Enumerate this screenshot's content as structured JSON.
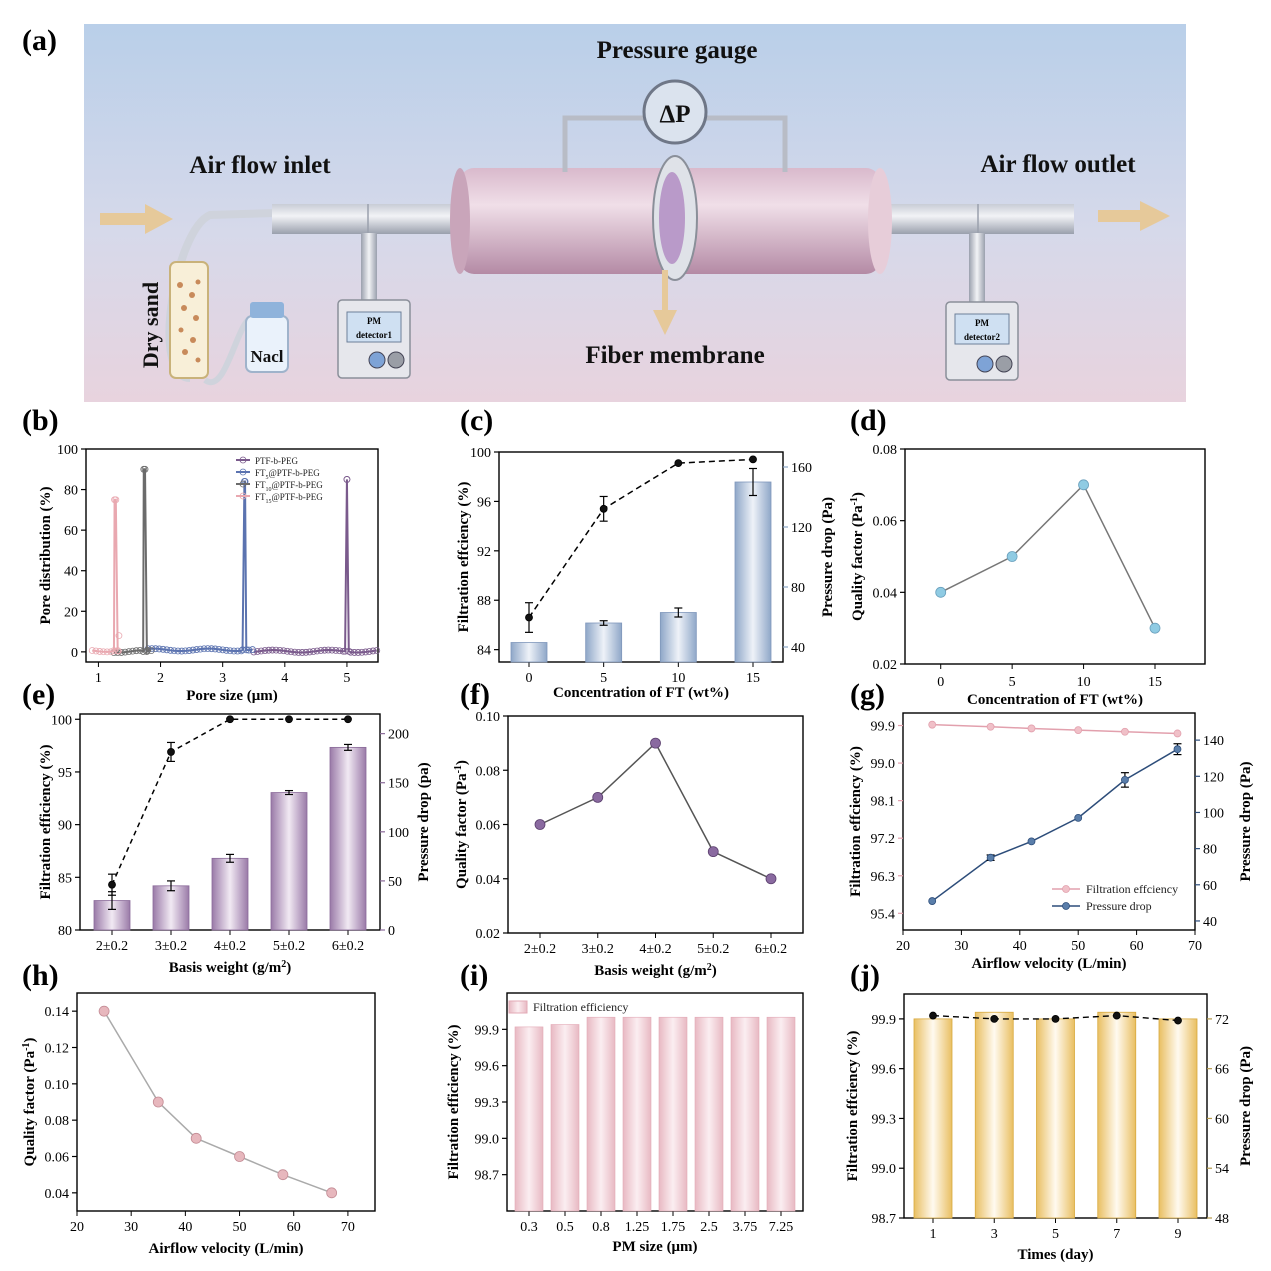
{
  "panel_letters": [
    "(a)",
    "(b)",
    "(c)",
    "(d)",
    "(e)",
    "(f)",
    "(g)",
    "(h)",
    "(i)",
    "(j)"
  ],
  "schematic": {
    "pressure_gauge": "Pressure gauge",
    "delta_p": "ΔP",
    "inlet": "Air flow inlet",
    "outlet": "Air flow outlet",
    "membrane": "Fiber membrane",
    "dry_sand": "Dry sand",
    "nacl": "Nacl",
    "pm1_line1": "PM",
    "pm1_line2": "detector1",
    "pm2_line1": "PM",
    "pm2_line2": "detector2"
  },
  "colors": {
    "purple": "#7a5a8c",
    "blue": "#5b73b0",
    "grey": "#6b6b6b",
    "pink": "#e9a8b0",
    "c_axis_right": "#8aa6c6",
    "e_axis_right": "#8a6a99",
    "g_left": "#e2a0ad",
    "g_right": "#2d4d7a",
    "j_axis_right": "#b59a4a",
    "d_marker": "#8fcbe3",
    "f_marker": "#8a6aa0",
    "h_marker": "#e7b7bd"
  },
  "chart_data": [
    {
      "panel": "b",
      "type": "line",
      "xlabel": "Pore size (μm)",
      "ylabel": "Pore distribution (%)",
      "xlim": [
        0.8,
        5.5
      ],
      "ylim": [
        -5,
        100
      ],
      "xticks": [
        "1",
        "2",
        "3",
        "4",
        "5"
      ],
      "yticks": [
        "0",
        "20",
        "40",
        "60",
        "80",
        "100"
      ],
      "legend_position": "top-right",
      "legend": [
        {
          "main": "PTF-b-PEG",
          "pre": "",
          "sub": "",
          "post": ""
        },
        {
          "main": "",
          "pre": "FT",
          "sub": "5",
          "post": "@PTF-b-PEG"
        },
        {
          "main": "",
          "pre": "FT",
          "sub": "10",
          "post": "@PTF-b-PEG"
        },
        {
          "main": "",
          "pre": "FT",
          "sub": "15",
          "post": "@PTF-b-PEG"
        }
      ],
      "series": [
        {
          "name": "PTF-b-PEG",
          "peak_x": 5.0,
          "peak_y": 85,
          "xmin": 3.5,
          "xmax": 5.5,
          "baseline": 0.3
        },
        {
          "name": "FT5@PTF-b-PEG",
          "peak_x": 3.35,
          "peak_y": 84,
          "xmin": 1.8,
          "xmax": 3.5,
          "baseline": 1.0
        },
        {
          "name": "FT10@PTF-b-PEG",
          "peak_x": 1.75,
          "peak_y": 90,
          "xmin": 1.25,
          "xmax": 1.9,
          "baseline": 0.2
        },
        {
          "name": "FT15@PTF-b-PEG",
          "peak_x": 1.28,
          "peak_y": 75,
          "xmin": 0.9,
          "xmax": 1.35,
          "baseline": 0.6
        }
      ]
    },
    {
      "panel": "c",
      "type": "bar+line",
      "categories": [
        "0",
        "5",
        "10",
        "15"
      ],
      "xlabel": "Concentration of FT (wt%)",
      "ylabel_left": "Filtration effciency (%)",
      "ylabel_right": "Pressure drop (Pa)",
      "ylim_left": [
        83,
        100
      ],
      "yticks_left": [
        "84",
        "88",
        "92",
        "96",
        "100"
      ],
      "ylim_right": [
        30,
        170
      ],
      "yticks_right": [
        "40",
        "80",
        "120",
        "160"
      ],
      "efficiency": [
        86.6,
        95.4,
        99.1,
        99.4
      ],
      "efficiency_err": [
        1.2,
        1.0,
        0,
        0
      ],
      "pressure_drop": [
        43,
        56,
        63,
        150
      ],
      "pressure_drop_err": [
        0,
        1.5,
        3,
        9
      ]
    },
    {
      "panel": "d",
      "type": "line",
      "xlabel": "Concentration of FT (wt%)",
      "ylabel": "Quality factor (Pa-1)",
      "x": [
        0,
        5,
        10,
        15
      ],
      "y": [
        0.04,
        0.05,
        0.07,
        0.03
      ],
      "xlim": [
        -2.5,
        18.5
      ],
      "ylim": [
        0.02,
        0.08
      ],
      "xticks": [
        "0",
        "5",
        "10",
        "15"
      ],
      "yticks": [
        "0.02",
        "0.04",
        "0.06",
        "0.08"
      ]
    },
    {
      "panel": "e",
      "type": "bar+line",
      "categories": [
        "2±0.2",
        "3±0.2",
        "4±0.2",
        "5±0.2",
        "6±0.2"
      ],
      "xlabel": "Basis weight (g/m2)",
      "ylabel_left": "Filtration efficiency (%)",
      "ylabel_right": "Pressure drop (pa)",
      "ylim_left": [
        80,
        100.5
      ],
      "yticks_left": [
        "80",
        "85",
        "90",
        "95",
        "100"
      ],
      "ylim_right": [
        0,
        220
      ],
      "yticks_right": [
        "0",
        "50",
        "100",
        "150",
        "200"
      ],
      "efficiency": [
        84.3,
        96.9,
        100,
        100,
        100
      ],
      "efficiency_err": [
        1.0,
        0.9,
        0,
        0,
        0
      ],
      "pressure_drop": [
        30,
        45,
        73,
        140,
        186
      ],
      "pressure_drop_err": [
        9,
        5,
        4,
        2,
        3
      ]
    },
    {
      "panel": "f",
      "type": "line",
      "categories": [
        "2±0.2",
        "3±0.2",
        "4±0.2",
        "5±0.2",
        "6±0.2"
      ],
      "xlabel": "Basis weight (g/m2)",
      "ylabel": "Quality factor (Pa-1)",
      "y": [
        0.06,
        0.07,
        0.09,
        0.05,
        0.04
      ],
      "ylim": [
        0.02,
        0.1
      ],
      "yticks": [
        "0.02",
        "0.04",
        "0.06",
        "0.08",
        "0.10"
      ]
    },
    {
      "panel": "g",
      "type": "line",
      "xlabel": "Airflow velocity (L/min)",
      "ylabel_left": "Filtration effciency (%)",
      "ylabel_right": "Pressure drop (Pa)",
      "x": [
        25,
        35,
        42,
        50,
        58,
        67
      ],
      "xlim": [
        20,
        70
      ],
      "xticks": [
        "20",
        "30",
        "40",
        "50",
        "60",
        "70"
      ],
      "ylim_left": [
        95.0,
        100.2
      ],
      "yticks_left": [
        "95.4",
        "96.3",
        "97.2",
        "98.1",
        "99.0",
        "99.9"
      ],
      "ylim_right": [
        35,
        155
      ],
      "yticks_right": [
        "40",
        "60",
        "80",
        "100",
        "120",
        "140"
      ],
      "legend_position": "bottom-right",
      "series": [
        {
          "name": "Filtration effciency",
          "axis": "left",
          "values": [
            99.92,
            99.87,
            99.83,
            99.79,
            99.75,
            99.71
          ]
        },
        {
          "name": "Pressure drop",
          "axis": "right",
          "values": [
            51,
            75,
            84,
            97,
            118,
            135
          ],
          "err": [
            0,
            1.5,
            0,
            0,
            4,
            3
          ]
        }
      ]
    },
    {
      "panel": "h",
      "type": "line",
      "xlabel": "Airflow velocity (L/min)",
      "ylabel": "Quality factor (Pa-1)",
      "x": [
        25,
        35,
        42,
        50,
        58,
        67
      ],
      "y": [
        0.14,
        0.09,
        0.07,
        0.06,
        0.05,
        0.04
      ],
      "xlim": [
        20,
        75
      ],
      "ylim": [
        0.03,
        0.15
      ],
      "xticks": [
        "20",
        "30",
        "40",
        "50",
        "60",
        "70"
      ],
      "yticks": [
        "0.04",
        "0.06",
        "0.08",
        "0.10",
        "0.12",
        "0.14"
      ]
    },
    {
      "panel": "i",
      "type": "bar",
      "categories": [
        "0.3",
        "0.5",
        "0.8",
        "1.25",
        "1.75",
        "2.5",
        "3.75",
        "7.25"
      ],
      "xlabel": "PM size (μm)",
      "ylabel": "Filtration efficiency (%)",
      "values": [
        99.92,
        99.94,
        100.0,
        100.0,
        100.0,
        100.0,
        100.0,
        100.0
      ],
      "ylim": [
        98.4,
        100.2
      ],
      "yticks": [
        "98.7",
        "99.0",
        "99.3",
        "99.6",
        "99.9"
      ],
      "legend": [
        "Filtration efficiency"
      ],
      "legend_position": "top-left"
    },
    {
      "panel": "j",
      "type": "bar+line",
      "categories": [
        "1",
        "3",
        "5",
        "7",
        "9"
      ],
      "xlabel": "Times (day)",
      "ylabel_left": "Filtration effciency (%)",
      "ylabel_right": "Pressure drop (Pa)",
      "ylim_left": [
        98.7,
        100.05
      ],
      "yticks_left": [
        "98.7",
        "99.0",
        "99.3",
        "99.6",
        "99.9"
      ],
      "ylim_right": [
        48,
        75
      ],
      "yticks_right": [
        "48",
        "54",
        "60",
        "66",
        "72"
      ],
      "efficiency": [
        99.92,
        99.9,
        99.9,
        99.92,
        99.89
      ],
      "pressure_drop": [
        72,
        72.8,
        72,
        72.8,
        72
      ]
    }
  ]
}
